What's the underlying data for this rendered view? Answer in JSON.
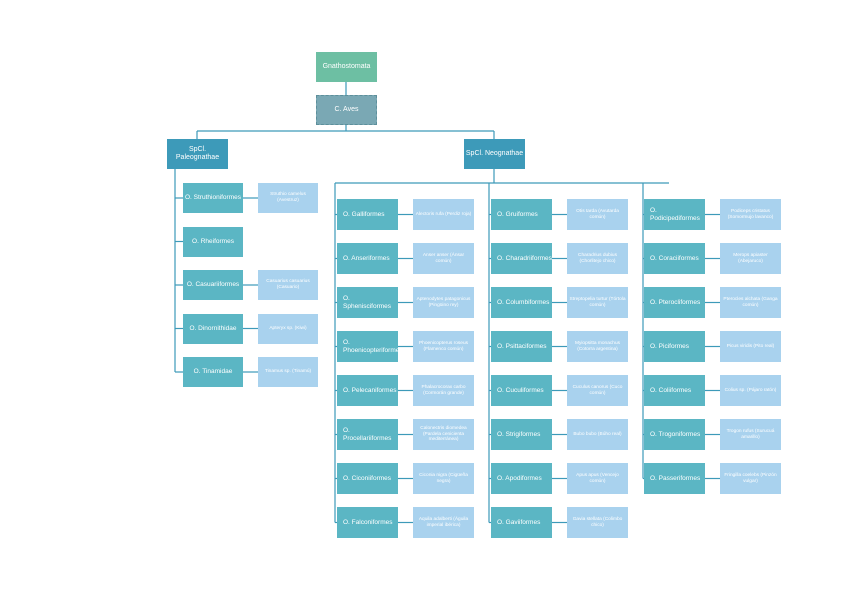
{
  "diagram": {
    "root": "Gnathostomata",
    "class": "C. Aves",
    "superorders": [
      "SpCl. Paleognathae",
      "SpCl. Neognathae"
    ],
    "paleo": {
      "orders": [
        "O. Struthioniformes",
        "O. Rheiformes",
        "O. Casuariiformes",
        "O. Dinornithidae",
        "O. Tinamidae"
      ],
      "species": [
        "Struthio camelus (Avestruz)",
        "",
        "Casuarius casuarius (Casuario)",
        "Apteryx sp. (Kiwi)",
        "Tinamus sp. (Tinamú)"
      ]
    },
    "neo_col1": {
      "orders": [
        "O. Galliformes",
        "O. Anseriformes",
        "O. Sphenisciformes",
        "O. Phoenicopteriformes",
        "O. Pelecaniformes",
        "O. Procellariiformes",
        "O. Ciconiiformes",
        "O. Falconiformes"
      ],
      "species": [
        "Alectoris rufa (Perdiz roja)",
        "Anser anser (Ánsar común)",
        "Aptenodytes patagonicus (Pingüino rey)",
        "Phoenicopterus roseus (Flamenco común)",
        "Phalacrocorax carbo (Cormorán grande)",
        "Calonectris diomedea (Pardela cenicienta mediterránea)",
        "Ciconia nigra (Cigüeña negra)",
        "Aquila adalberti (Águila imperial ibérica)"
      ]
    },
    "neo_col2": {
      "orders": [
        "O. Gruiformes",
        "O. Charadriiformes",
        "O. Columbiformes",
        "O. Psittaciformes",
        "O. Cuculiformes",
        "O. Strigiformes",
        "O. Apodiformes",
        "O. Gaviiformes"
      ],
      "species": [
        "Otis tarda (Avutarda común)",
        "Charadrius dubius (Chorlitejo chico)",
        "Streptopelia turtur (Tórtola común)",
        "Myiopsitta monachus (Cotorra argentina)",
        "Cuculus canorus (Cuco común)",
        "Bubo bubo (Búho real)",
        "Apus apus (Vencejo común)",
        "Gavia stellata (Colimbo chico)"
      ]
    },
    "neo_col3": {
      "orders": [
        "O. Podicipediformes",
        "O. Coraciiformes",
        "O. Pterocliformes",
        "O. Piciformes",
        "O. Coliiformes",
        "O. Trogoniformes",
        "O. Passeriformes"
      ],
      "species": [
        "Podiceps cristatus (Somormujo lavanco)",
        "Merops apiaster (Abejaruco)",
        "Pterocles alchata (Ganga común)",
        "Picus viridis (Pito real)",
        "Colius sp. (Pájaro ratón)",
        "Trogon rufus (Surucuá amarillo)",
        "Fringilla coelebs (Pinzón vulgar)"
      ]
    }
  }
}
